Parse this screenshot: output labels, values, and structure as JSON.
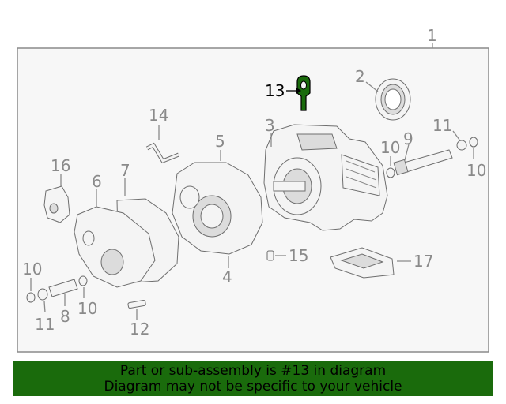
{
  "diagram": {
    "callouts": {
      "c1": "1",
      "c2": "2",
      "c3": "3",
      "c4": "4",
      "c5": "5",
      "c6": "6",
      "c7": "7",
      "c8": "8",
      "c9": "9",
      "c10a": "10",
      "c10b": "10",
      "c10c": "10",
      "c10d": "10",
      "c11a": "11",
      "c11b": "11",
      "c12": "12",
      "c13": "13",
      "c14": "14",
      "c15": "15",
      "c16": "16",
      "c17": "17"
    },
    "highlight_color": "#1a6b0c"
  },
  "banner": {
    "line1": "Part or sub-assembly is #13 in diagram",
    "line2": "Diagram may not be specific to your vehicle"
  }
}
